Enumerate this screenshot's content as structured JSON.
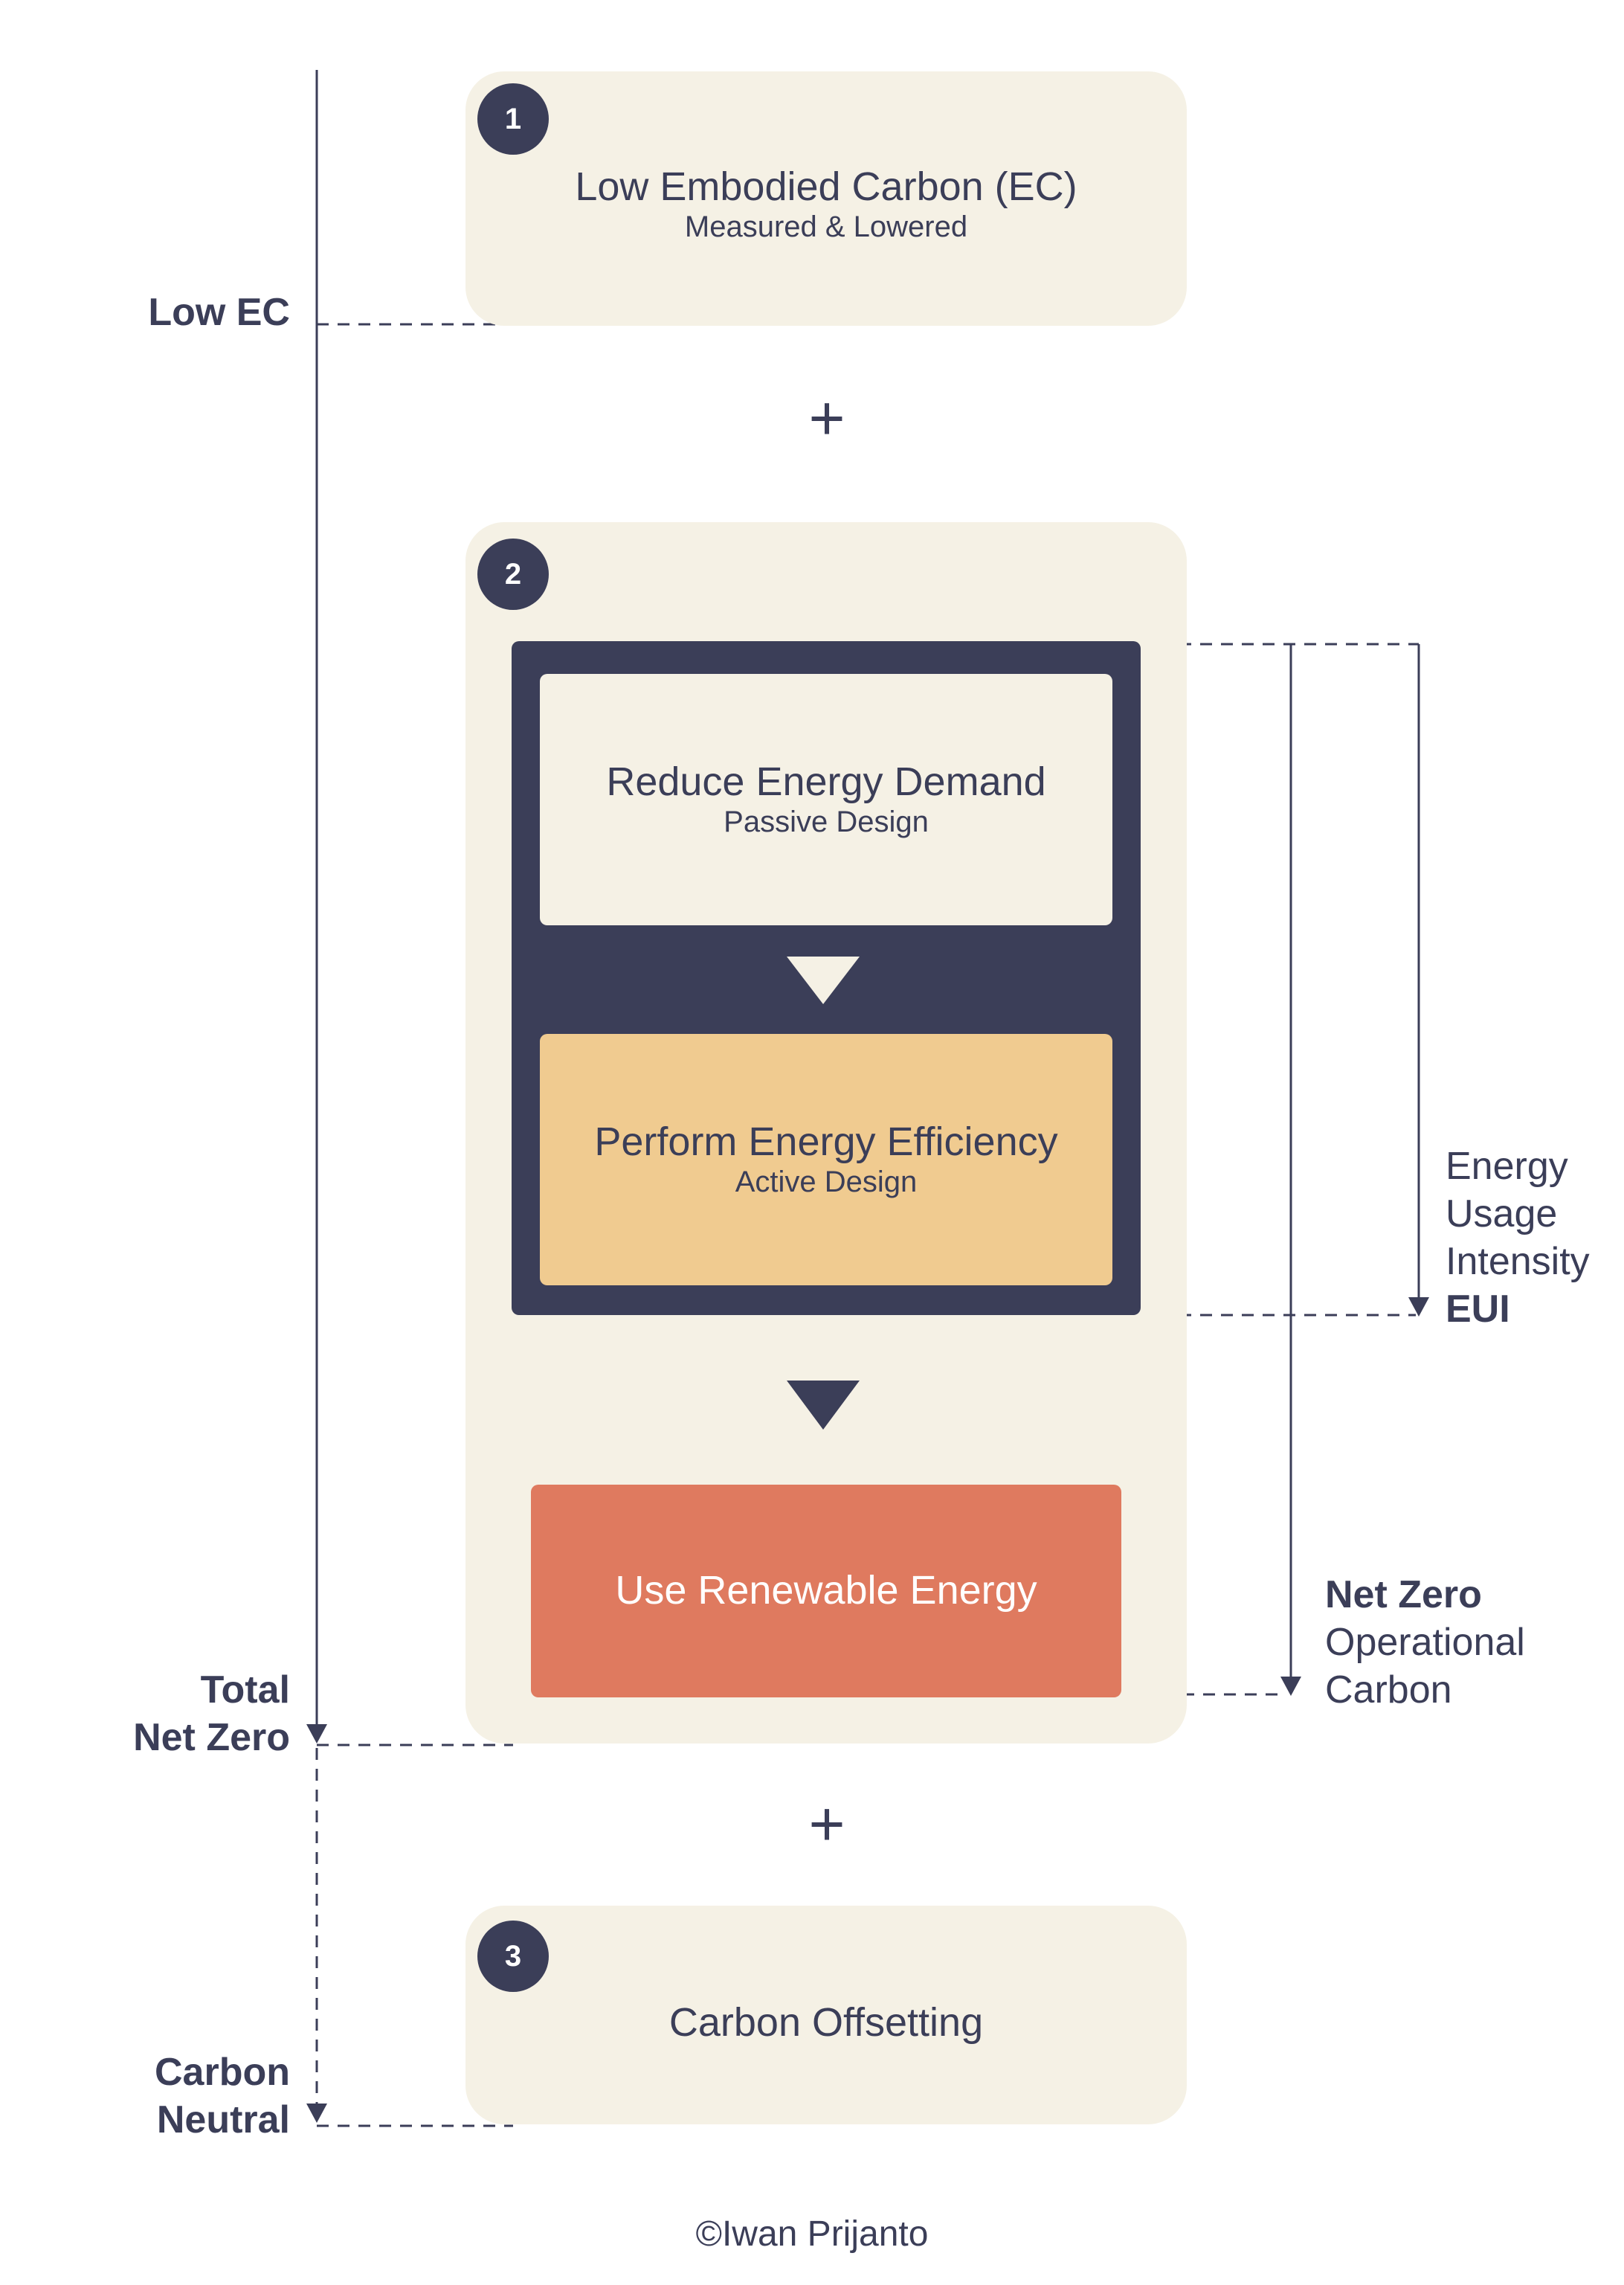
{
  "stage1": {
    "badge": "1",
    "title": "Low Embodied Carbon (EC)",
    "subtitle": "Measured & Lowered"
  },
  "plus_1": "+",
  "stage2": {
    "badge": "2",
    "reduce": {
      "title": "Reduce Energy Demand",
      "subtitle": "Passive Design"
    },
    "perform": {
      "title": "Perform Energy Efficiency",
      "subtitle": "Active Design"
    },
    "renewable": {
      "title": "Use Renewable Energy"
    }
  },
  "plus_2": "+",
  "stage3": {
    "badge": "3",
    "title": "Carbon Offsetting"
  },
  "left_labels": {
    "low_ec": "Low EC",
    "total_net_zero": [
      "Total",
      "Net Zero"
    ],
    "carbon_neutral": [
      "Carbon",
      "Neutral"
    ]
  },
  "right_labels": {
    "eui": [
      "Energy",
      "Usage",
      "Intensity",
      "EUI"
    ],
    "net_zero_operational": [
      "Net Zero",
      "Operational",
      "Carbon"
    ]
  },
  "credit": "©Iwan Prijanto",
  "colors": {
    "navy": "#3b3e58",
    "cream": "#f5f1e5",
    "amber": "#f0cb90",
    "terracotta": "#df7a5f",
    "white_text": "#ffffff"
  }
}
